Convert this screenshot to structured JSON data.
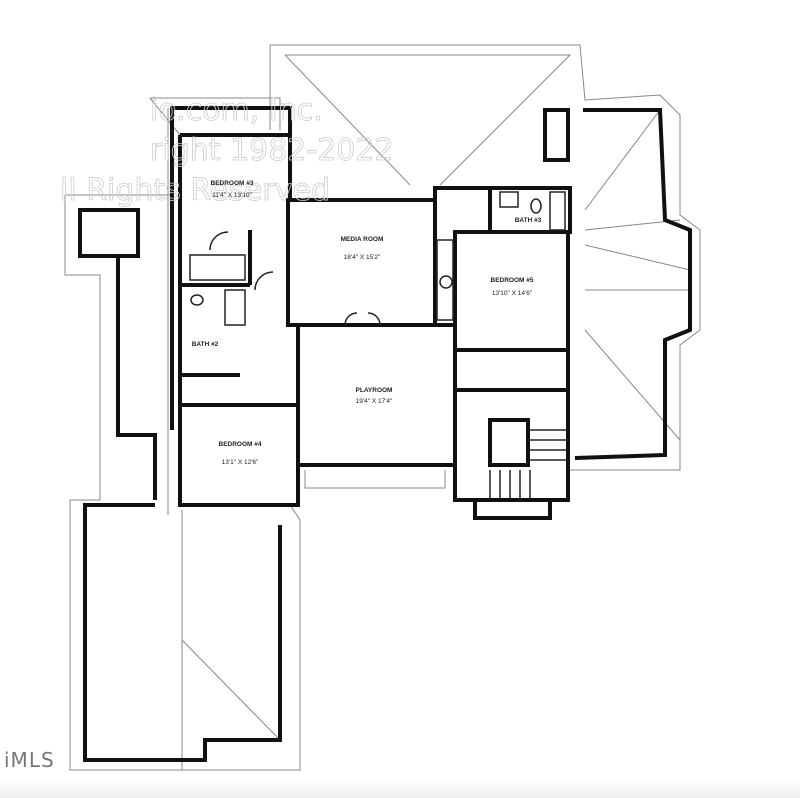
{
  "rooms": [
    {
      "name": "BEDROOM #3",
      "size": "11'4\" X 13'10\""
    },
    {
      "name": "MEDIA ROOM",
      "size": "18'4\" X 15'2\""
    },
    {
      "name": "BATH #3",
      "size": ""
    },
    {
      "name": "BEDROOM #5",
      "size": "13'10\" X 14'6\""
    },
    {
      "name": "BATH #2",
      "size": ""
    },
    {
      "name": "PLAYROOM",
      "size": "19'4\" X 17'4\""
    },
    {
      "name": "BEDROOM #4",
      "size": "13'1\" X 12'6\""
    }
  ],
  "watermark": {
    "line1": "io.com, Inc.",
    "line2": "right 1982-2022",
    "line3": "ll Rights Reserved"
  },
  "logo": "iMLS",
  "colors": {
    "wall": "#111111",
    "roof": "#888888",
    "background": "#ffffff"
  }
}
